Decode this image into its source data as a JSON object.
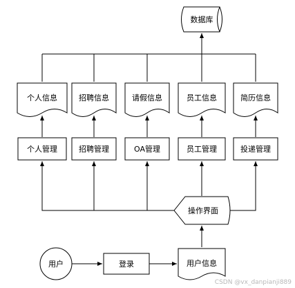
{
  "database": {
    "label": "数据库"
  },
  "info_docs": [
    {
      "label": "个人信息"
    },
    {
      "label": "招聘信息"
    },
    {
      "label": "请假信息"
    },
    {
      "label": "员工信息"
    },
    {
      "label": "简历信息"
    }
  ],
  "modules": [
    {
      "label": "个人管理"
    },
    {
      "label": "招聘管理"
    },
    {
      "label": "OA管理"
    },
    {
      "label": "员工管理"
    },
    {
      "label": "投递管理"
    }
  ],
  "interface": {
    "label": "操作界面"
  },
  "user": {
    "label": "用户"
  },
  "login": {
    "label": "登录"
  },
  "user_info": {
    "label": "用户信息"
  },
  "watermark": {
    "text": "CSDN @vx_danpianji889"
  }
}
